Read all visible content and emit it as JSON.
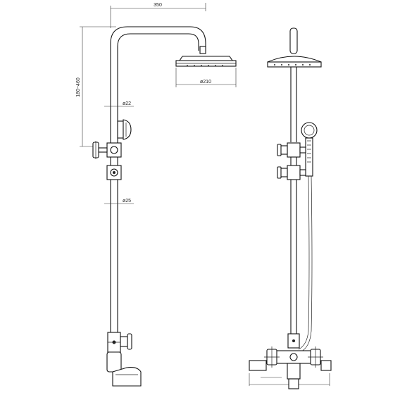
{
  "dimensions": {
    "arm_width": "350",
    "height_range": "180~460",
    "head_diameter": "ø210",
    "pipe_upper": "ø22",
    "pipe_lower": "ø25"
  },
  "colors": {
    "line": "#111111",
    "background": "#ffffff"
  }
}
